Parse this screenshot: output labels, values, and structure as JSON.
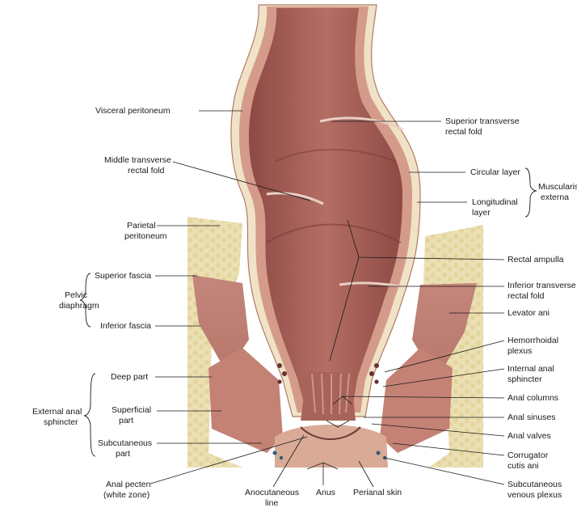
{
  "labels": {
    "visceral_peritoneum": "Visceral peritoneum",
    "middle_fold_1": "Middle transverse",
    "middle_fold_2": "rectal fold",
    "parietal_1": "Parietal",
    "parietal_2": "peritoneum",
    "superior_fascia": "Superior fascia",
    "pelvic_1": "Pelvic",
    "pelvic_2": "diaphragm",
    "inferior_fascia": "Inferior fascia",
    "deep_part": "Deep part",
    "external_1": "External anal",
    "external_2": "sphincter",
    "superficial_1": "Superficial",
    "superficial_2": "part",
    "subcutaneous_1": "Subcutaneous",
    "subcutaneous_2": "part",
    "pecten_1": "Anal pecten",
    "pecten_2": "(white zone)",
    "anocut_1": "Anocutaneous",
    "anocut_2": "line",
    "anus": "Anus",
    "perianal_skin": "Perianal skin",
    "superior_fold_1": "Superior transverse",
    "superior_fold_2": "rectal fold",
    "circular_layer": "Circular layer",
    "longitudinal_1": "Longitudinal",
    "longitudinal_2": "layer",
    "muscularis_1": "Muscularis",
    "muscularis_2": "externa",
    "rectal_ampulla": "Rectal ampulla",
    "inferior_fold_1": "Inferior transverse",
    "inferior_fold_2": "rectal fold",
    "levator_ani": "Levator ani",
    "hemorrhoidal_1": "Hemorrhoidal",
    "hemorrhoidal_2": "plexus",
    "internal_1": "Internal anal",
    "internal_2": "sphincter",
    "anal_columns": "Anal columns",
    "anal_sinuses": "Anal sinuses",
    "anal_valves": "Anal valves",
    "corrugator_1": "Corrugator",
    "corrugator_2": "cutis ani",
    "subvenous_1": "Subcutaneous",
    "subvenous_2": "venous plexus"
  },
  "colors": {
    "mucosa": "#a8625a",
    "mucosa_dark": "#7d3d38",
    "mucosa_light": "#c98a80",
    "muscle": "#c48a7c",
    "wall_cream": "#f2e7cf",
    "fat": "#e8dcae",
    "fat_dot": "#d8c985",
    "skin": "#d9aa96"
  }
}
